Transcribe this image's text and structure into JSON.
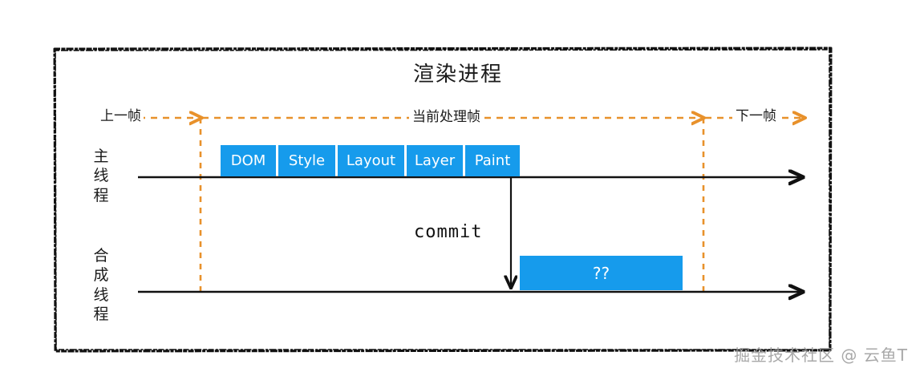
{
  "diagram": {
    "title": "渲染进程",
    "accent_color": "#169bec",
    "dashed_color": "#E8912B",
    "line_color": "#111111",
    "background_color": "#ffffff"
  },
  "lanes": [
    {
      "id": "main-thread",
      "label": "主\n线\n程",
      "label_flat": "主线程"
    },
    {
      "id": "compositor-thread",
      "label": "合\n成\n线\n程",
      "label_flat": "合成线程"
    }
  ],
  "frame_spans": {
    "previous": "上一帧",
    "current": "当前处理帧",
    "next": "下一帧"
  },
  "pipeline": {
    "boxes": [
      {
        "label": "DOM",
        "width": 69
      },
      {
        "label": "Style",
        "width": 71
      },
      {
        "label": "Layout",
        "width": 83
      },
      {
        "label": "Layer",
        "width": 70
      },
      {
        "label": "Paint",
        "width": 68
      }
    ]
  },
  "commit": {
    "label": "commit"
  },
  "composite": {
    "label": "??"
  },
  "watermark": {
    "text": "掘金技术社区 @ 云鱼T"
  }
}
